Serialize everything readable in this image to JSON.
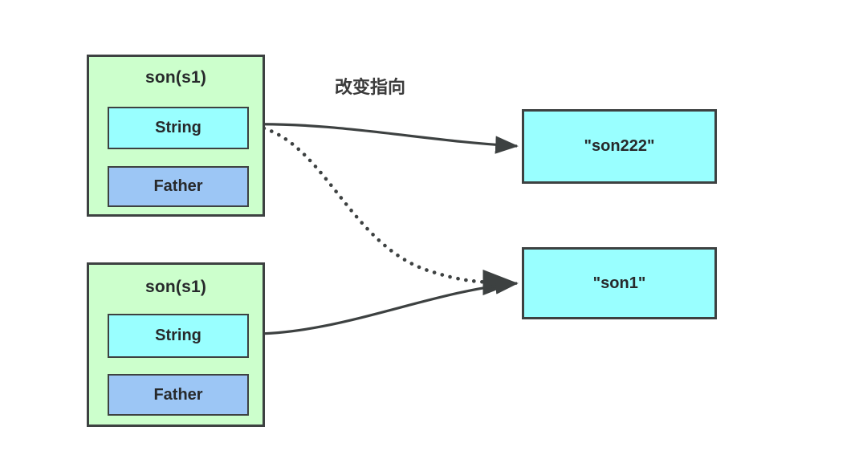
{
  "diagram": {
    "title_annotation": "改变指向",
    "colors": {
      "object_fill": "#ccffcc",
      "string_fill": "#99ffff",
      "father_fill": "#9cc6f5",
      "value_fill": "#99ffff",
      "stroke": "#3d4141",
      "text": "#27292b",
      "background": "#ffffff"
    },
    "objects": [
      {
        "title": "son(s1)",
        "fields": [
          {
            "label": "String",
            "kind": "string"
          },
          {
            "label": "Father",
            "kind": "father"
          }
        ]
      },
      {
        "title": "son(s1)",
        "fields": [
          {
            "label": "String",
            "kind": "string"
          },
          {
            "label": "Father",
            "kind": "father"
          }
        ]
      }
    ],
    "values": [
      {
        "label": "\"son222\""
      },
      {
        "label": "\"son1\""
      }
    ],
    "edges": [
      {
        "name": "top-string-to-son222",
        "style": "solid",
        "from": "top String field",
        "to": "\"son222\""
      },
      {
        "name": "top-string-to-son1",
        "style": "dotted",
        "from": "top String field",
        "to": "\"son1\""
      },
      {
        "name": "bottom-string-to-son1",
        "style": "solid",
        "from": "bottom String field",
        "to": "\"son1\""
      }
    ]
  }
}
